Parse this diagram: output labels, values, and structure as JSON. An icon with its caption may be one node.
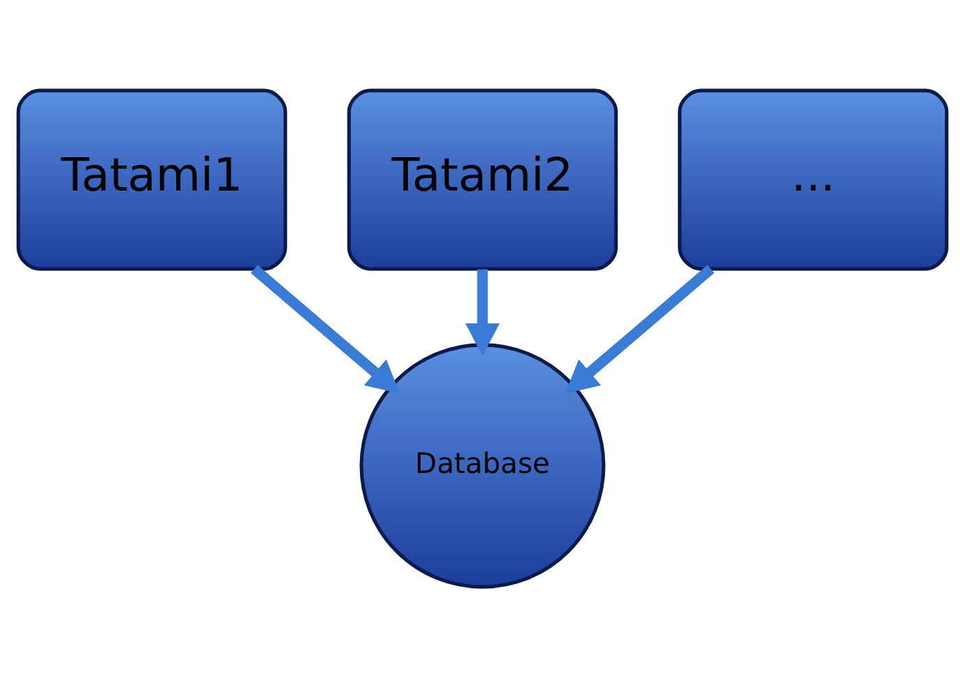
{
  "diagram": {
    "nodes": [
      {
        "text": [
          "Tatami1"
        ]
      },
      {
        "text": [
          "Tatami2"
        ]
      },
      {
        "text": [
          "..."
        ]
      },
      {
        "text": [
          "Database"
        ]
      }
    ],
    "edges": [
      {
        "from": 0,
        "to": 3,
        "arrow": "to"
      },
      {
        "from": 1,
        "to": 3,
        "arrow": "to"
      },
      {
        "from": 2,
        "to": 3,
        "arrow": "to"
      }
    ]
  }
}
